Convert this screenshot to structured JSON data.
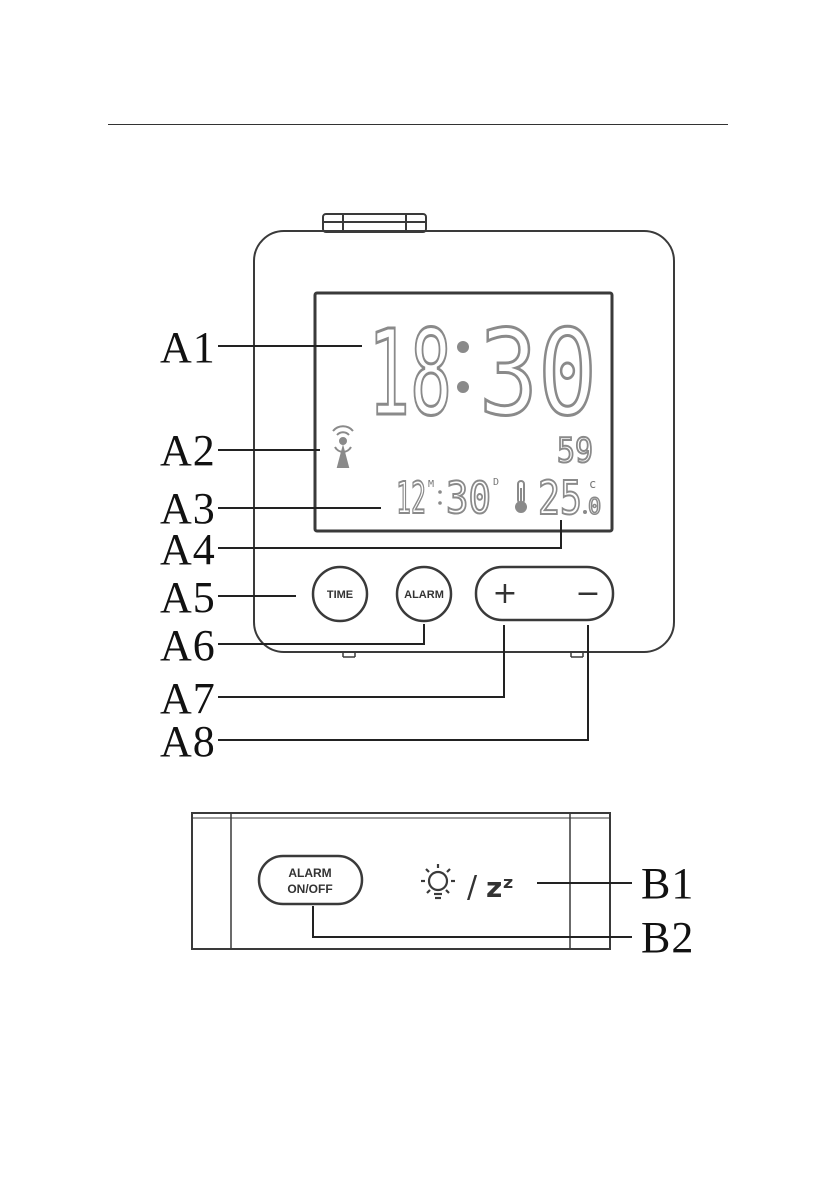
{
  "display": {
    "time_hours": "18",
    "time_minutes": "30",
    "seconds": "59",
    "alarm_hours": "12",
    "alarm_minutes": "30",
    "alarm_m_marker": "M",
    "alarm_d_marker": "D",
    "temperature": "25",
    "temperature_decimal": "0",
    "temperature_unit": "c"
  },
  "buttons": {
    "time_label": "TIME",
    "alarm_label": "ALARM",
    "plus_label": "+",
    "minus_label": "−",
    "alarm_onoff_line1": "ALARM",
    "alarm_onoff_line2": "ON/OFF",
    "light_snooze_separator": "/",
    "snooze_label": "zᶻ"
  },
  "callouts": {
    "a1": "A1",
    "a2": "A2",
    "a3": "A3",
    "a4": "A4",
    "a5": "A5",
    "a6": "A6",
    "a7": "A7",
    "a8": "A8",
    "b1": "B1",
    "b2": "B2"
  },
  "icons": {
    "radio_signal": "radio-tower-icon",
    "thermometer": "thermometer-icon",
    "light": "light-bulb-icon"
  },
  "colors": {
    "outline": "#3a3a3a",
    "lcd_segments": "#9a9a9a",
    "leader_lines": "#222222"
  }
}
